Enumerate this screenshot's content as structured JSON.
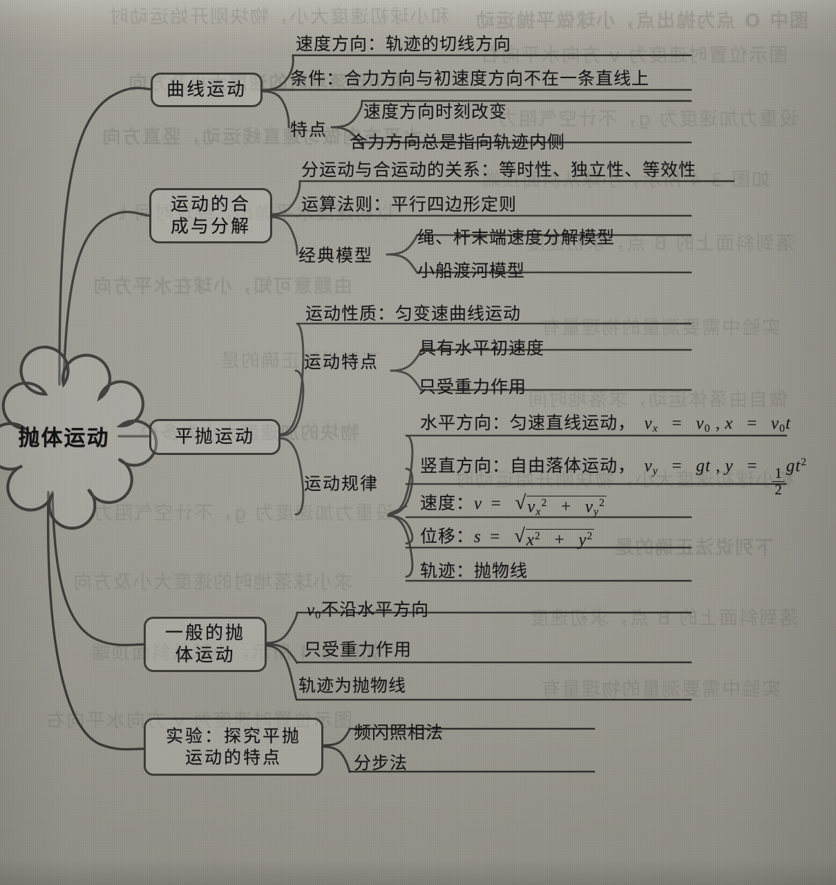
{
  "title": "抛体运动 思维导图",
  "central": {
    "label": "抛体运动",
    "shape": "cloud"
  },
  "branches": [
    {
      "id": "curvilinear",
      "label": "曲线运动",
      "children": [
        {
          "id": "velocity-direction",
          "text": "速度方向：轨迹的切线方向"
        },
        {
          "id": "condition",
          "text": "条件：合力方向与初速度方向不在一条直线上"
        },
        {
          "id": "features",
          "label": "特点",
          "children": [
            {
              "id": "feature-1",
              "text": "速度方向时刻改变"
            },
            {
              "id": "feature-2",
              "text": "合力方向总是指向轨迹内侧"
            }
          ]
        }
      ]
    },
    {
      "id": "composition-decomposition",
      "label": "运动的合\n成与分解",
      "label_line1": "运动的合",
      "label_line2": "成与分解",
      "children": [
        {
          "id": "relation",
          "text": "分运动与合运动的关系：等时性、独立性、等效性"
        },
        {
          "id": "rule",
          "text": "运算法则：平行四边形定则"
        },
        {
          "id": "classic-models",
          "label": "经典模型",
          "children": [
            {
              "id": "model-rope-rod",
              "text": "绳、杆末端速度分解模型"
            },
            {
              "id": "model-boat-river",
              "text": "小船渡河模型"
            }
          ]
        }
      ]
    },
    {
      "id": "projectile-horizontal",
      "label": "平抛运动",
      "children": [
        {
          "id": "nature",
          "text": "运动性质：匀变速曲线运动"
        },
        {
          "id": "motion-features",
          "label": "运动特点",
          "children": [
            {
              "id": "mf-1",
              "text": "具有水平初速度"
            },
            {
              "id": "mf-2",
              "text": "只受重力作用"
            }
          ]
        },
        {
          "id": "motion-laws",
          "label": "运动规律",
          "children": [
            {
              "id": "ml-horizontal",
              "text": "水平方向：匀速直线运动，",
              "formula": "v_x = v_0 , x = v_0 t"
            },
            {
              "id": "ml-vertical",
              "text": "竖直方向：自由落体运动，",
              "formula": "v_y = gt , y = (1/2) g t^2"
            },
            {
              "id": "ml-speed",
              "text": "速度：",
              "formula": "v = sqrt(v_x^2 + v_y^2)"
            },
            {
              "id": "ml-displacement",
              "text": "位移：",
              "formula": "s = sqrt(x^2 + y^2)"
            },
            {
              "id": "ml-trajectory",
              "text": "轨迹：抛物线"
            }
          ]
        }
      ]
    },
    {
      "id": "projectile-general",
      "label_line1": "一般的抛",
      "label_line2": "体运动",
      "children": [
        {
          "id": "pg-1",
          "text": "不沿水平方向",
          "prefix_symbol": "v_0"
        },
        {
          "id": "pg-2",
          "text": "只受重力作用"
        },
        {
          "id": "pg-3",
          "text": "轨迹为抛物线"
        }
      ]
    },
    {
      "id": "experiment",
      "label_line1": "实验：探究平抛",
      "label_line2": "运动的特点",
      "children": [
        {
          "id": "exp-1",
          "text": "频闪照相法"
        },
        {
          "id": "exp-2",
          "text": "分步法"
        }
      ]
    }
  ],
  "math": {
    "vx": "v",
    "v0": "v",
    "x": "x",
    "t": "t",
    "g": "g",
    "y": "y",
    "s": "s",
    "v": "v",
    "eq": "=",
    "comma": "，",
    "half_num": "1",
    "half_den": "2",
    "sub_x": "x",
    "sub_y": "y",
    "sub_0": "0",
    "sup_2": "2",
    "radical": "√"
  },
  "ghost_text": {
    "note": "来自背面的透印文字",
    "lines": [
      "和小球初速度大小，物块刚开始运动时",
      "图示位置时速度为 v 方向水平向右",
      "求小球落地时的速度大小及方向",
      "图中 O 点为抛出点，小球做平抛运动",
      "设重力加速度为 g，不计空气阻力",
      "水平方向做匀速直线运动，竖直方向",
      "下列说法正确的是",
      "做自由落体运动，求落地时间",
      "物块的加速度大小为多少",
      "如图 3-4 所示，小球从斜面顶端",
      "以初速度水平抛出，经过时间 t",
      "落到斜面上的 B 点，求初速度",
      "由题意可知，小球在水平方向",
      "实验中需要测量的物理量有"
    ]
  },
  "colors": {
    "paper": "#c6c4bf",
    "ink": "#171717",
    "stroke": "#3c3a36",
    "underline": "#2e2c28"
  }
}
